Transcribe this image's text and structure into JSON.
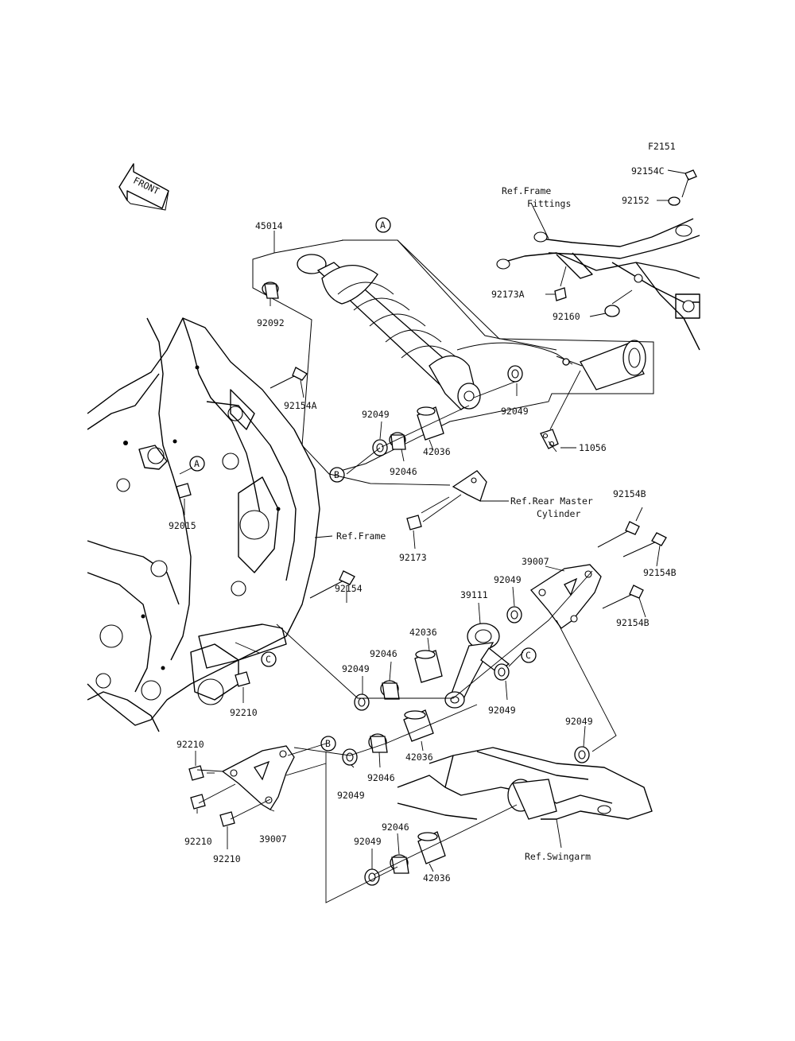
{
  "figure_code": "F2151",
  "front_label": "FRONT",
  "refs": {
    "frame_fittings_l1": "Ref.Frame",
    "frame_fittings_l2": "Fittings",
    "frame": "Ref.Frame",
    "rear_master_l1": "Ref.Rear Master",
    "rear_master_l2": "Cylinder",
    "swingarm": "Ref.Swingarm"
  },
  "callouts": {
    "a": "A",
    "b": "B",
    "c": "C"
  },
  "parts": {
    "p45014": "45014",
    "p92092": "92092",
    "p92154c": "92154C",
    "p92152": "92152",
    "p92173a": "92173A",
    "p92160": "92160",
    "p92154a": "92154A",
    "p92049_shock_l": "92049",
    "p92049_shock_r": "92049",
    "p92046_shock": "92046",
    "p42036_shock": "42036",
    "p11056": "11056",
    "p92015": "92015",
    "p92173": "92173",
    "p92154b_1": "92154B",
    "p92154b_2": "92154B",
    "p92154b_3": "92154B",
    "p39007_r": "39007",
    "p92049_r": "92049",
    "p39111": "39111",
    "p42036_mid": "42036",
    "p92154": "92154",
    "p92046_mid": "92046",
    "p92049_mid": "92049",
    "p92049_c": "92049",
    "p92210_frame": "92210",
    "p92210_a": "92210",
    "p92210_b": "92210",
    "p92210_c": "92210",
    "p39007_l": "39007",
    "p92049_lo": "92049",
    "p92046_lo": "92046",
    "p42036_lo": "42036",
    "p92049_sw": "92049",
    "p92049_bot": "92049",
    "p92046_bot": "92046",
    "p42036_bot": "42036"
  }
}
